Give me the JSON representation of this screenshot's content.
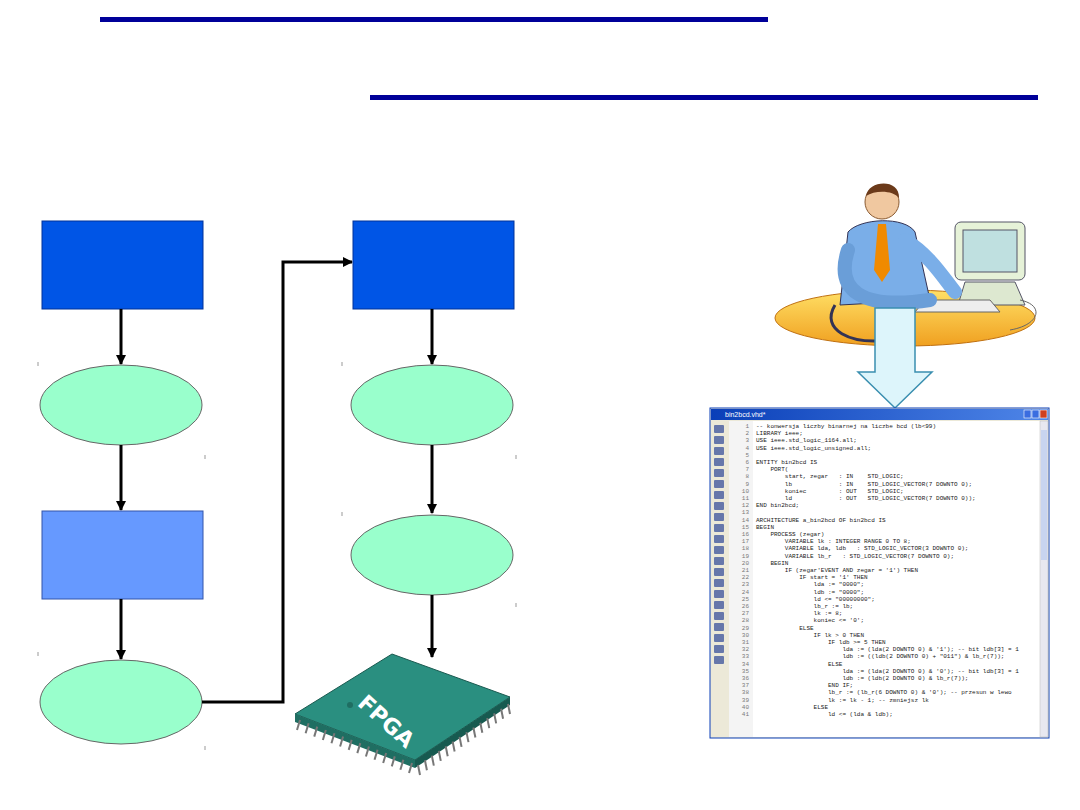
{
  "diagram": {
    "labels": [
      "bin2bcd.vhd*",
      "FPGA",
      "1",
      "-- konwersja liczby binarnej na liczbe bcd (lb<99)",
      "2",
      "LIBRARY ieee;",
      "3",
      "USE ieee.std_logic_1164.all;",
      "4",
      "USE ieee.std_logic_unsigned.all;",
      "5",
      "6",
      "ENTITY bin2bcd IS",
      "7",
      "    PORT(",
      "8",
      "        start, zegar   : IN    STD_LOGIC;",
      "9",
      "        lb             : IN    STD_LOGIC_VECTOR(7 DOWNTO 0);",
      "10",
      "        koniec         : OUT   STD_LOGIC;",
      "11",
      "        ld             : OUT   STD_LOGIC_VECTOR(7 DOWNTO 0));",
      "12",
      "END bin2bcd;",
      "13",
      "14",
      "ARCHITECTURE a_bin2bcd OF bin2bcd IS",
      "15",
      "BEGIN",
      "16",
      "    PROCESS (zegar)",
      "17",
      "        VARIABLE lk : INTEGER RANGE 0 TO 8;",
      "18",
      "        VARIABLE lda, ldb   : STD_LOGIC_VECTOR(3 DOWNTO 0);",
      "19",
      "        VARIABLE lb_r   : STD_LOGIC_VECTOR(7 DOWNTO 0);",
      "20",
      "    BEGIN",
      "21",
      "        IF (zegar'EVENT AND zegar = '1') THEN",
      "22",
      "            IF start = '1' THEN",
      "23",
      "                lda := \"0000\";",
      "24",
      "                ldb := \"0000\";",
      "25",
      "                ld <= \"00000000\";",
      "26",
      "                lb_r := lb;",
      "27",
      "                lk := 8;",
      "28",
      "                koniec <= '0';",
      "29",
      "            ELSE",
      "30",
      "                IF lk > 0 THEN",
      "31",
      "                    IF ldb >= 5 THEN",
      "32",
      "                        lda := (lda(2 DOWNTO 0) & '1'); -- bit ldb[3] = 1",
      "33",
      "                        ldb := ((ldb(2 DOWNTO 0) + \"011\") & lb_r(7));",
      "34",
      "                    ELSE",
      "35",
      "                        lda := (lda(2 DOWNTO 0) & '0'); -- bit ldb[3] = 1",
      "36",
      "                        ldb := (ldb(2 DOWNTO 0) & lb_r(7));",
      "37",
      "                    END IF;",
      "38",
      "                    lb_r := (lb_r(6 DOWNTO 0) & '0'); -- przesun w lewo",
      "39",
      "                    lk := lk - 1; -- zmniejsz lk",
      "40",
      "                ELSE",
      "41",
      "                    ld <= (lda & ldb);"
    ]
  }
}
